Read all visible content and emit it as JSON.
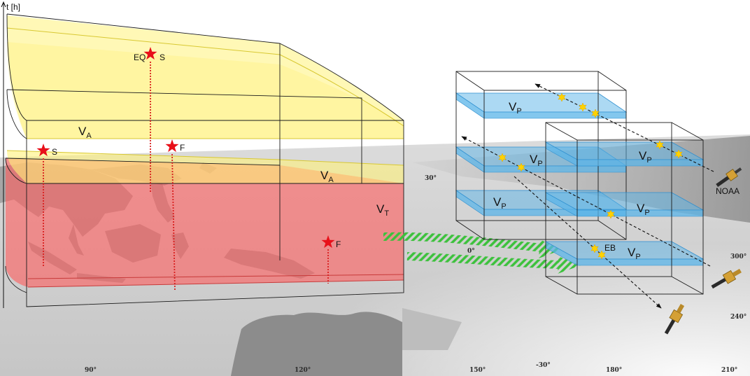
{
  "axis": {
    "time_label": "t [h]"
  },
  "left_volume": {
    "volume_a_upper": {
      "symbol": "V",
      "subscript": "A"
    },
    "volume_a_lower": {
      "symbol": "V",
      "subscript": "A"
    },
    "volume_t": {
      "symbol": "V",
      "subscript": "T"
    },
    "events": {
      "top": {
        "prefix": "EQ",
        "label": "S"
      },
      "left": {
        "label": "S"
      },
      "middle": {
        "label": "F"
      },
      "lower": {
        "label": "F"
      }
    }
  },
  "right_volumes": {
    "planes": [
      {
        "symbol": "V",
        "subscript": "P"
      },
      {
        "symbol": "V",
        "subscript": "P"
      },
      {
        "symbol": "V",
        "subscript": "P"
      },
      {
        "symbol": "V",
        "subscript": "P"
      },
      {
        "symbol": "V",
        "subscript": "P"
      },
      {
        "symbol": "V",
        "subscript": "P"
      }
    ],
    "eb_label": "EB",
    "satellite_label": "NOAA"
  },
  "map_labels": {
    "lat_30": "30°",
    "lat_0": "0°",
    "lon_300": "300°",
    "lon_240": "240°",
    "lon_90": "90°",
    "lon_120": "120°",
    "lon_150": "150°",
    "lat_minus_30": "-30°",
    "lon_180": "180°",
    "lon_210": "210°"
  },
  "icons": {
    "event": "star-icon",
    "detection": "burst-icon",
    "satellite": "satellite-icon"
  },
  "colors": {
    "yellow_layer": "#fff27a",
    "red_layer": "#ff5c5c",
    "blue_planes": "#59b4e8",
    "green_arrows": "#3cc13c",
    "red_stars": "#e8101a",
    "yellow_markers": "#ffd200"
  }
}
